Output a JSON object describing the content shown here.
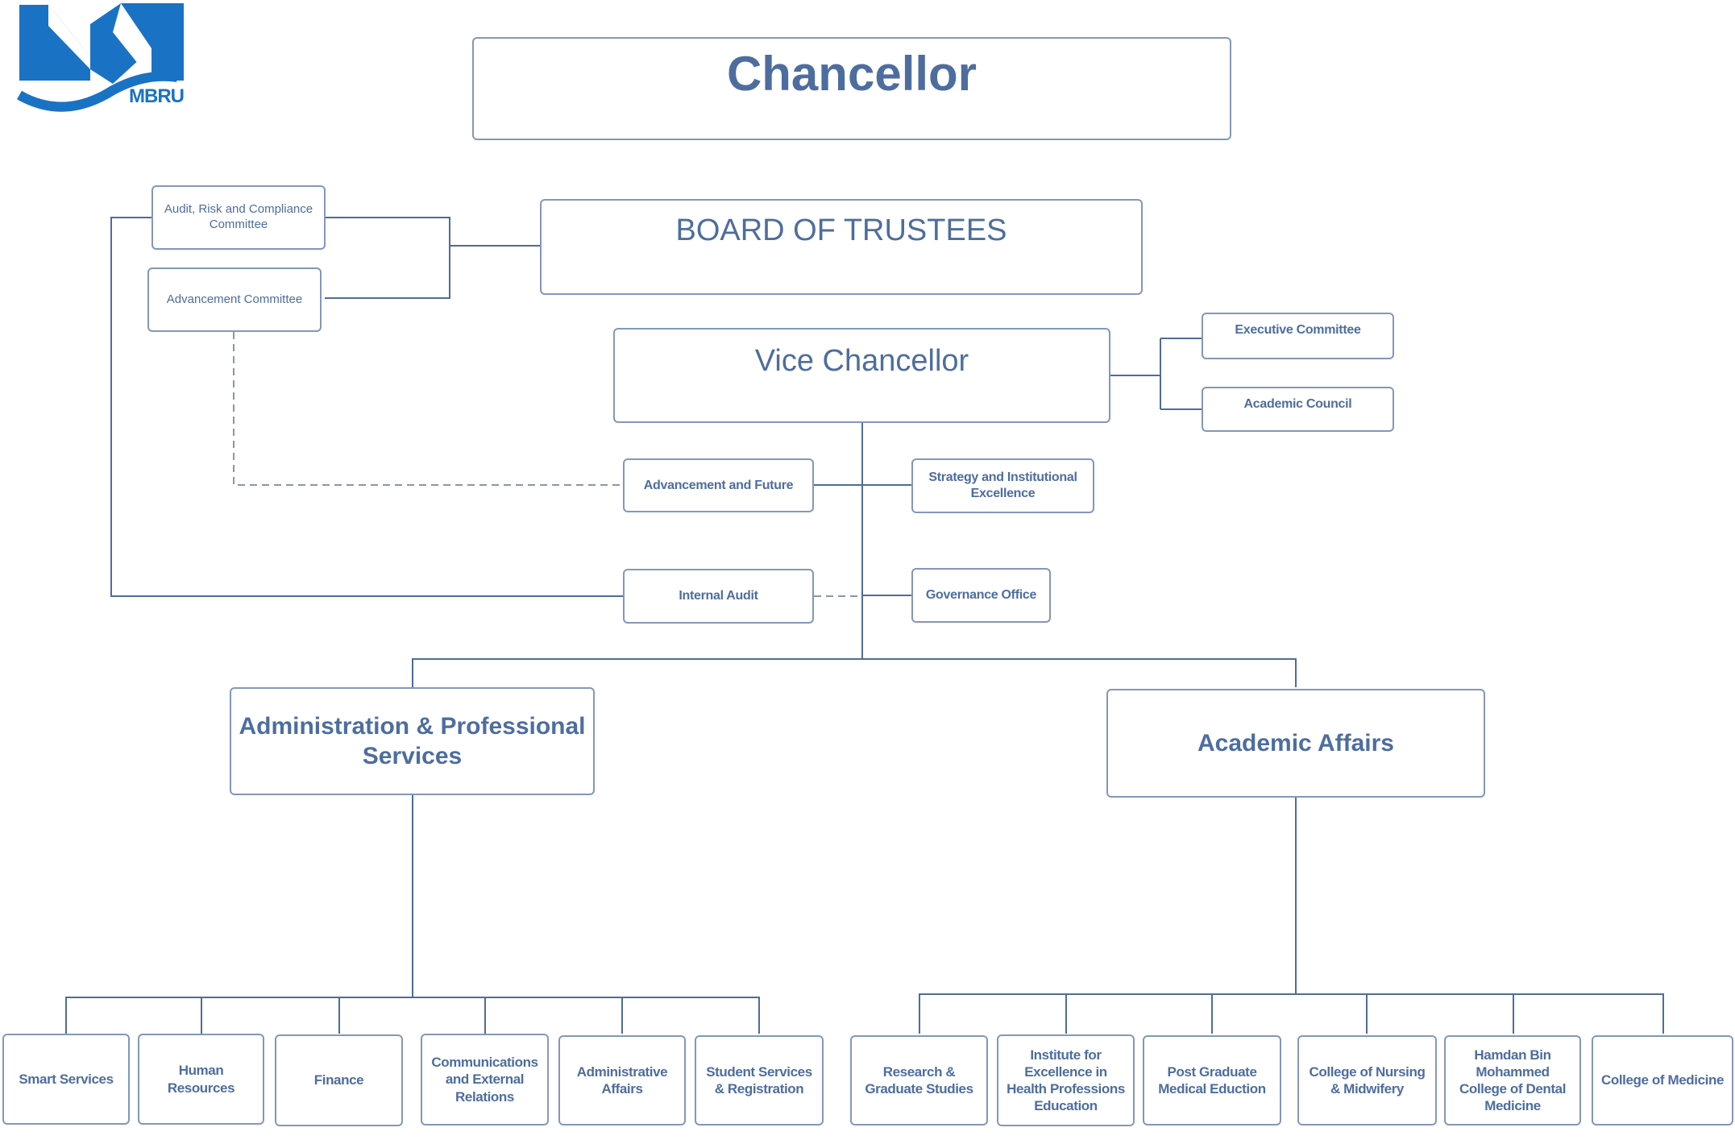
{
  "logo": {
    "text": "MBRU",
    "color": "#1a72c4"
  },
  "colors": {
    "line": "#4f6c99",
    "text": "#4e6d9f",
    "border": "#8397ba"
  },
  "chancellor": "Chancellor",
  "board": "BOARD OF TRUSTEES",
  "committees": {
    "audit": "Audit, Risk and Compliance Committee",
    "advancement": "Advancement Committee"
  },
  "vice_chancellor": "Vice Chancellor",
  "vc_committees": {
    "executive": "Executive Committee",
    "academic_council": "Academic Council"
  },
  "vc_offices": {
    "advancement_future": "Advancement and Future",
    "strategy": "Strategy and Institutional Excellence",
    "internal_audit": "Internal Audit",
    "governance": "Governance Office"
  },
  "divisions": {
    "admin": "Administration & Professional Services",
    "academic": "Academic Affairs"
  },
  "admin_units": [
    "Smart Services",
    "Human Resources",
    "Finance",
    "Communications and External Relations",
    "Administrative Affairs",
    "Student Services & Registration"
  ],
  "academic_units": [
    "Research & Graduate Studies",
    "Institute for Excellence in Health Professions Education",
    "Post Graduate Medical Eduction",
    "College of Nursing & Midwifery",
    "Hamdan Bin Mohammed College of Dental Medicine",
    "College of Medicine"
  ]
}
